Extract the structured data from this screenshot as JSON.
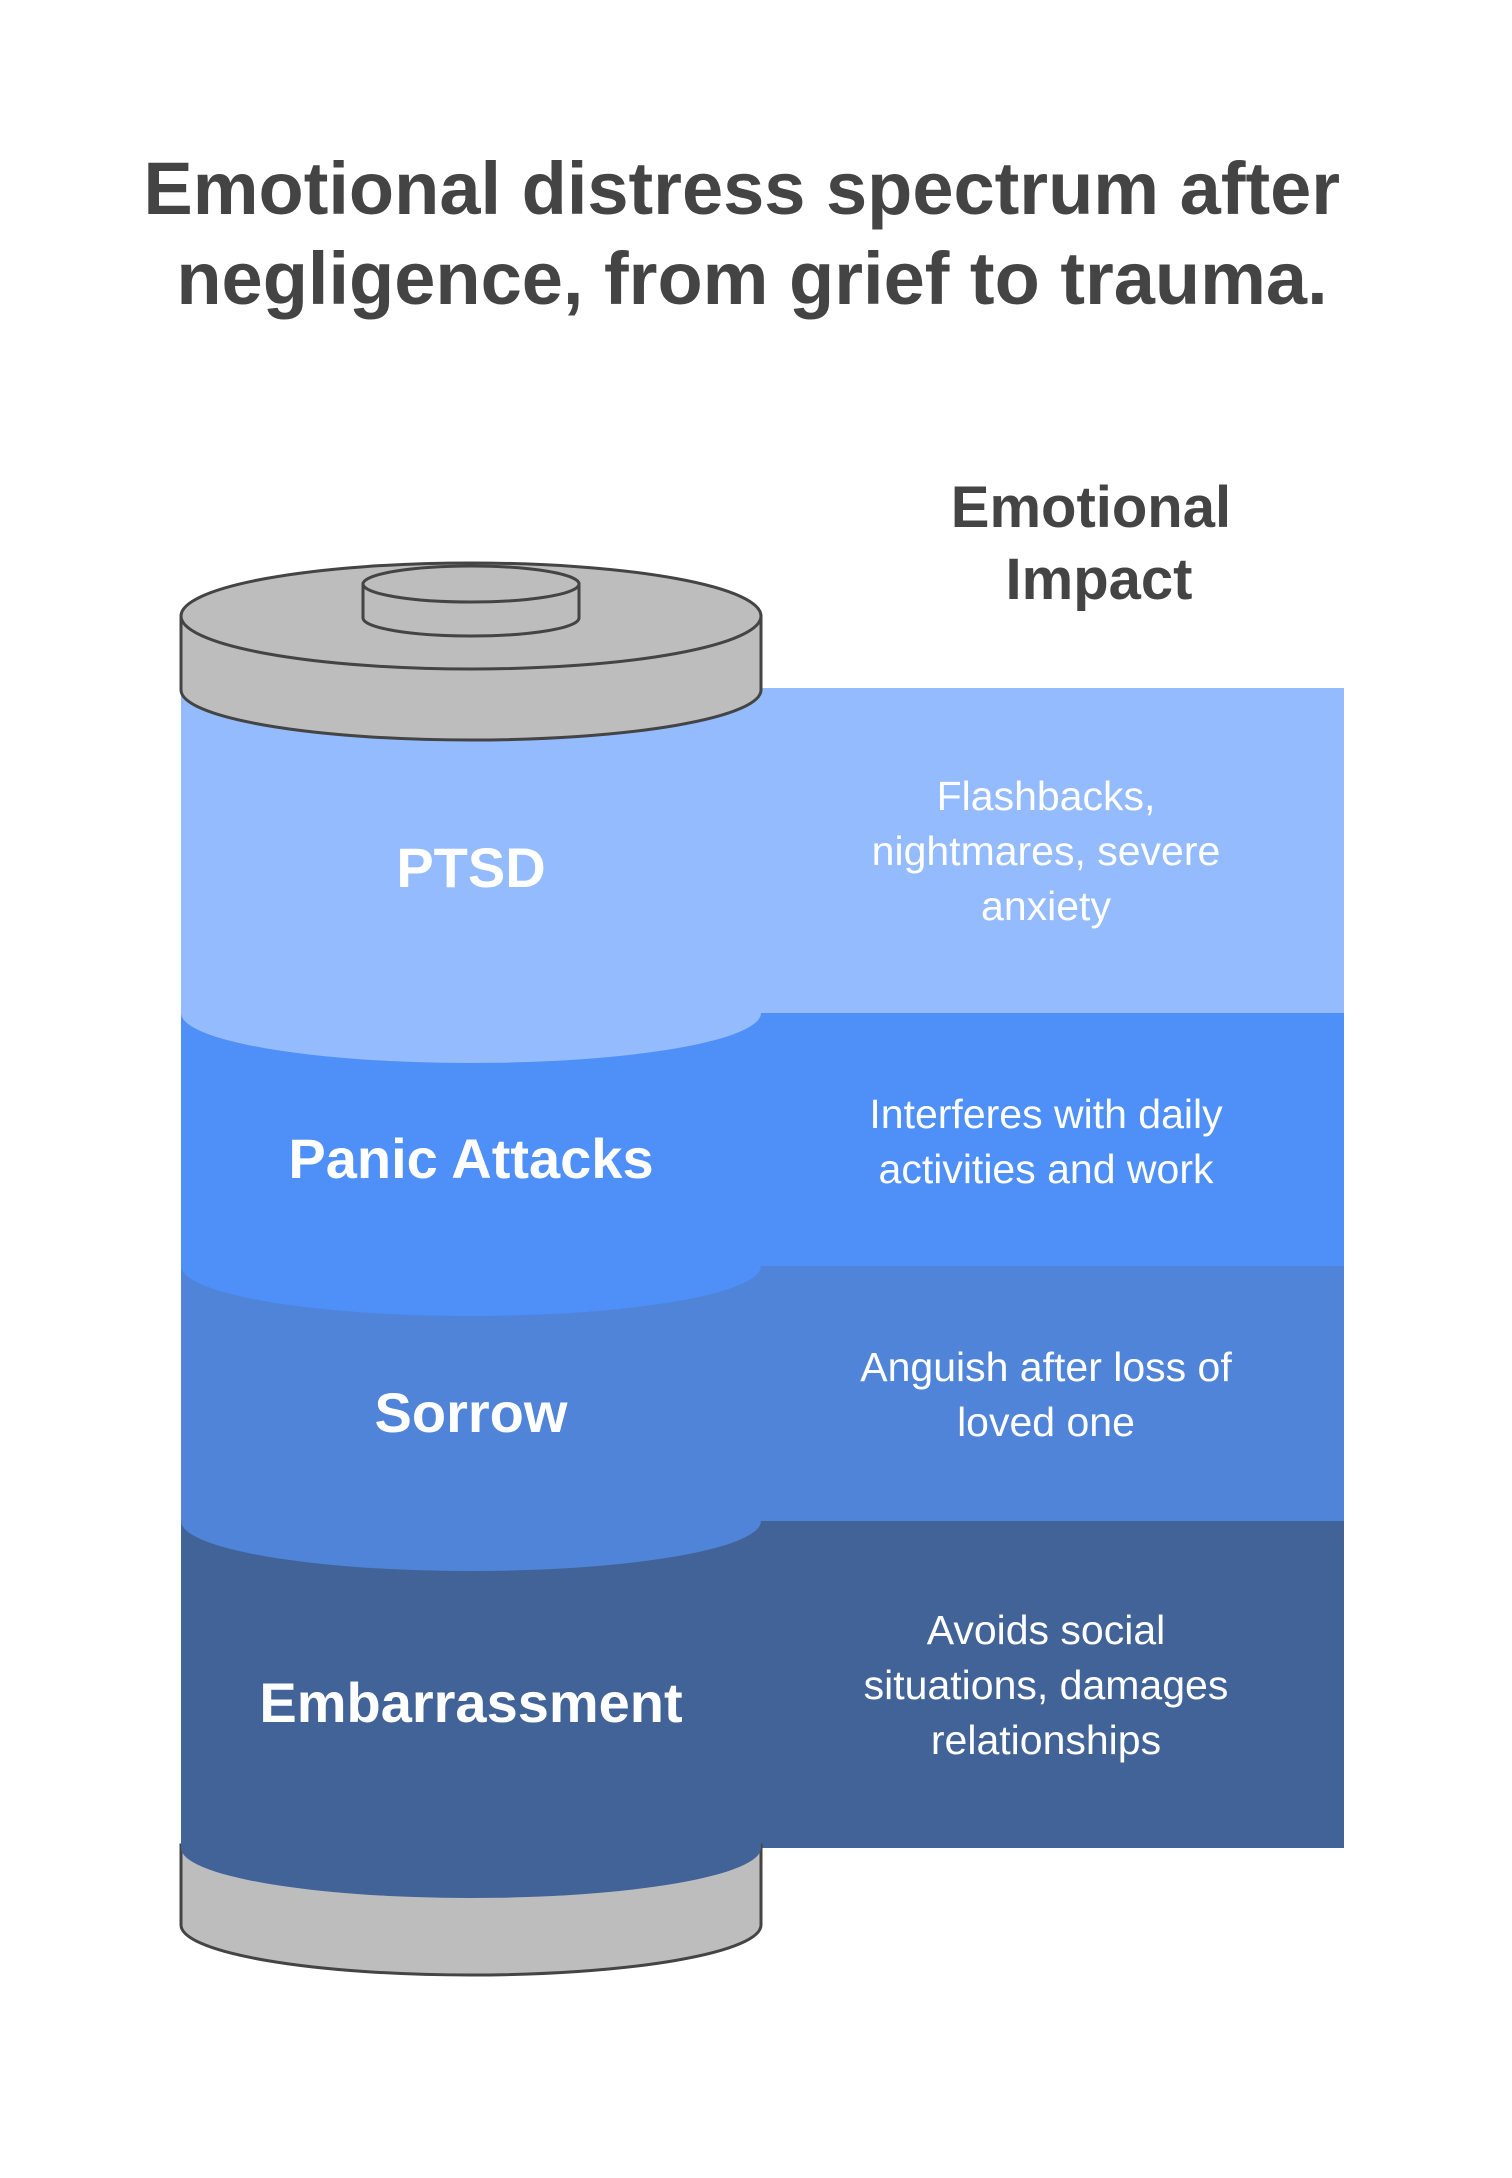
{
  "title": {
    "lines": [
      "Emotional distress spectrum after",
      "negligence, from grief to trauma."
    ]
  },
  "impact_header": {
    "lines": [
      "Emotional",
      "Impact"
    ]
  },
  "colors": {
    "cap": "#bdbdbd",
    "cap_stroke": "#444444",
    "title": "#444444"
  },
  "layers": [
    {
      "label": "PTSD",
      "color": "#94bbfd",
      "impact": [
        "Flashbacks,",
        "nightmares, severe",
        "anxiety"
      ]
    },
    {
      "label": "Panic Attacks",
      "color": "#4f8ff8",
      "impact": [
        "Interferes with daily",
        "activities and work"
      ]
    },
    {
      "label": "Sorrow",
      "color": "#5084d9",
      "impact": [
        "Anguish after loss of",
        "loved one"
      ]
    },
    {
      "label": "Embarrassment",
      "color": "#426398",
      "impact": [
        "Avoids social",
        "situations, damages",
        "relationships"
      ]
    }
  ]
}
